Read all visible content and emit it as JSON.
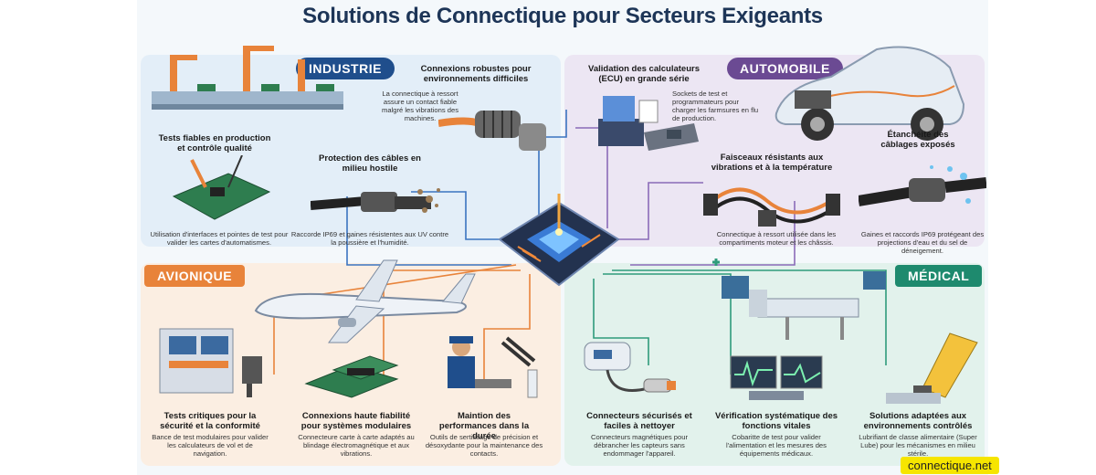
{
  "title": "Solutions de Connectique pour Secteurs Exigeants",
  "footer": "connectique.net",
  "colors": {
    "industry": "#1f4e8c",
    "automotive": "#6b4a93",
    "avionics": "#e8833a",
    "medical": "#1e8a6e"
  },
  "industry": {
    "label": "INDUSTRIE",
    "robust_title": "Connexions robustes pour environnements difficiles",
    "robust_desc": "La connectique à ressort assure un contact fiable malgré les vibrations des machines.",
    "tests_title": "Tests fiables en production et contrôle qualité",
    "tests_desc": "Utilisation d'interfaces et pointes de test pour valider les cartes d'automatismes.",
    "cable_title": "Protection des câbles en milieu hostile",
    "cable_desc": "Raccorde IP69 et gaines résistentes aux UV contre la poussière et l'humidité."
  },
  "automotive": {
    "label": "AUTOMOBILE",
    "ecu_title": "Validation des calculateurs (ECU) en grande série",
    "ecu_desc": "Sockets de test et programmateurs pour charger les farmsures en flu de production.",
    "seal_title": "Étanchéité des câblages exposés",
    "harness_title": "Faisceaux résistants aux vibrations et à la température",
    "harness_desc": "Connectique à ressort utilisée dans les compartiments moteur et les châssis.",
    "seal_desc": "Gaines et raccords IP69 protégeant des projections d'eau et du sel de déneigement."
  },
  "avionics": {
    "label": "AVIONIQUE",
    "critical_title": "Tests critiques pour la sécurité et la conformité",
    "critical_desc": "Bance de test modulaires pour valider les calculateurs de vol et de navigation.",
    "modular_title": "Connexions haute fiabilité pour systèmes modulaires",
    "modular_desc": "Connecteure carte à carte adaptés au blindage électromagnétique et aux vibrations.",
    "perf_title": "Maintion des performances dans la durée",
    "perf_desc": "Outils de sertissage de précision et désoxydante pour la maintenance des contacts."
  },
  "medical": {
    "label": "MÉDICAL",
    "secure_title": "Connecteurs sécurisés et faciles à nettoyer",
    "secure_desc": "Connecteurs magnétiques pour débrancher les capteurs sans endommager l'appareil.",
    "vital_title": "Vérification systématique des fonctions vitales",
    "vital_desc": "Cobaritte de test pour valider l'alimentation et les mesures des équipements médicaux.",
    "env_title": "Solutions adaptées aux environnements contrôlés",
    "env_desc": "Lubrifiant de classe alimentaire (Super Lube) pour les mécanismes en milieu stérile."
  }
}
